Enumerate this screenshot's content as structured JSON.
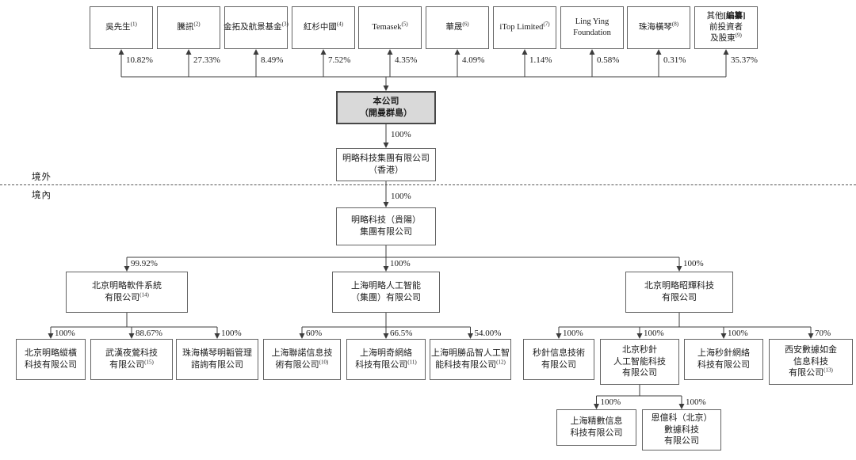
{
  "diagram": {
    "region_divider": {
      "offshore_label": "境外",
      "onshore_label": "境內"
    },
    "colors": {
      "line": "#3c3c3c",
      "box_border": "#636363",
      "root_fill": "#d9d9d9",
      "text": "#1c1c1c"
    },
    "nodes": {
      "sh-mr-wu": {
        "lines": [
          "吳先生"
        ],
        "note": "(1)",
        "ownership": "10.82%"
      },
      "sh-tencent": {
        "lines": [
          "騰訊"
        ],
        "note": "(2)",
        "ownership": "27.33%"
      },
      "sh-jintuo-hangjing": {
        "lines": [
          "金拓及航景基金"
        ],
        "note": "(3)",
        "ownership": "8.49%"
      },
      "sh-sequoia-china": {
        "lines": [
          "紅杉中國"
        ],
        "note": "(4)",
        "ownership": "7.52%"
      },
      "sh-temasek": {
        "lines": [
          "Temasek"
        ],
        "note": "(5)",
        "ownership": "4.35%"
      },
      "sh-huasheng": {
        "lines": [
          "華晟"
        ],
        "note": "(6)",
        "ownership": "4.09%"
      },
      "sh-itop": {
        "lines": [
          "iTop Limited"
        ],
        "note": "(7)",
        "ownership": "1.14%"
      },
      "sh-lingying-foundation": {
        "lines": [
          "Ling Ying",
          "Foundation"
        ],
        "ownership": "0.58%"
      },
      "sh-zhuhai-hengqin": {
        "lines": [
          "珠海橫琴"
        ],
        "note": "(8)",
        "ownership": "0.31%"
      },
      "sh-other-investors": {
        "lines": [
          "其他[編纂]",
          "前投資者",
          "及股東"
        ],
        "note": "(9)",
        "ownership": "35.37%"
      },
      "co-cayman": {
        "lines": [
          "本公司",
          "（開曼群島）"
        ],
        "emphasis": true
      },
      "co-hongkong": {
        "lines": [
          "明略科技集團有限公司",
          "（香港）"
        ],
        "ownership": "100%"
      },
      "co-guiyang": {
        "lines": [
          "明略科技（貴陽）",
          "集團有限公司"
        ],
        "ownership": "100%"
      },
      "co-mlamp-software": {
        "lines": [
          "北京明略軟件系統",
          "有限公司"
        ],
        "note": "(14)",
        "ownership": "99.92%"
      },
      "co-shanghai-ml-ai": {
        "lines": [
          "上海明略人工智能",
          "（集團）有限公司"
        ],
        "ownership": "100%"
      },
      "co-zhaohui": {
        "lines": [
          "北京明略昭輝科技",
          "有限公司"
        ],
        "ownership": "100%"
      },
      "co-zongheng": {
        "lines": [
          "北京明略縱橫",
          "科技有限公司"
        ],
        "ownership": "100%"
      },
      "co-nightingale": {
        "lines": [
          "武漢夜鶯科技",
          "有限公司"
        ],
        "note": "(15)",
        "ownership": "88.67%"
      },
      "co-mingtao": {
        "lines": [
          "珠海橫琴明韜管理",
          "諮詢有限公司"
        ],
        "ownership": "100%"
      },
      "co-liannuo": {
        "lines": [
          "上海聯諾信息技",
          "術有限公司"
        ],
        "note": "(10)",
        "ownership": "60%"
      },
      "co-mingqi": {
        "lines": [
          "上海明奇網絡",
          "科技有限公司"
        ],
        "note": "(11)",
        "ownership": "66.5%"
      },
      "co-mingsheng-pinzhi": {
        "lines": [
          "上海明勝品智人工智",
          "能科技有限公司"
        ],
        "note": "(12)",
        "ownership": "54.00%"
      },
      "co-miaozhen-info": {
        "lines": [
          "秒針信息技術",
          "有限公司"
        ],
        "ownership": "100%"
      },
      "co-miaozhen-ai": {
        "lines": [
          "北京秒針",
          "人工智能科技",
          "有限公司"
        ],
        "ownership": "100%"
      },
      "co-miaozhen-network": {
        "lines": [
          "上海秒針網絡",
          "科技有限公司"
        ],
        "ownership": "100%"
      },
      "co-rujin": {
        "lines": [
          "西安數據如金",
          "信息科技",
          "有限公司"
        ],
        "note": "(13)",
        "ownership": "70%"
      },
      "co-jingshu": {
        "lines": [
          "上海精數信息",
          "科技有限公司"
        ],
        "ownership": "100%"
      },
      "co-enyike": {
        "lines": [
          "恩億科（北京）",
          "數據科技",
          "有限公司"
        ],
        "ownership": "100%"
      }
    },
    "shareholder_ids": [
      "sh-mr-wu",
      "sh-tencent",
      "sh-jintuo-hangjing",
      "sh-sequoia-china",
      "sh-temasek",
      "sh-huasheng",
      "sh-itop",
      "sh-lingying-foundation",
      "sh-zhuhai-hengqin",
      "sh-other-investors"
    ],
    "ownership_chain": [
      [
        "co-cayman",
        "co-hongkong"
      ],
      [
        "co-hongkong",
        "co-guiyang"
      ]
    ],
    "groups": [
      {
        "parent": "co-guiyang",
        "children": [
          "co-mlamp-software",
          "co-shanghai-ml-ai",
          "co-zhaohui"
        ]
      },
      {
        "parent": "co-mlamp-software",
        "children": [
          "co-zongheng",
          "co-nightingale",
          "co-mingtao"
        ]
      },
      {
        "parent": "co-shanghai-ml-ai",
        "children": [
          "co-liannuo",
          "co-mingqi",
          "co-mingsheng-pinzhi"
        ]
      },
      {
        "parent": "co-zhaohui",
        "children": [
          "co-miaozhen-info",
          "co-miaozhen-ai",
          "co-miaozhen-network",
          "co-rujin"
        ]
      },
      {
        "parent": "co-miaozhen-ai",
        "children": [
          "co-jingshu",
          "co-enyike"
        ]
      }
    ]
  }
}
